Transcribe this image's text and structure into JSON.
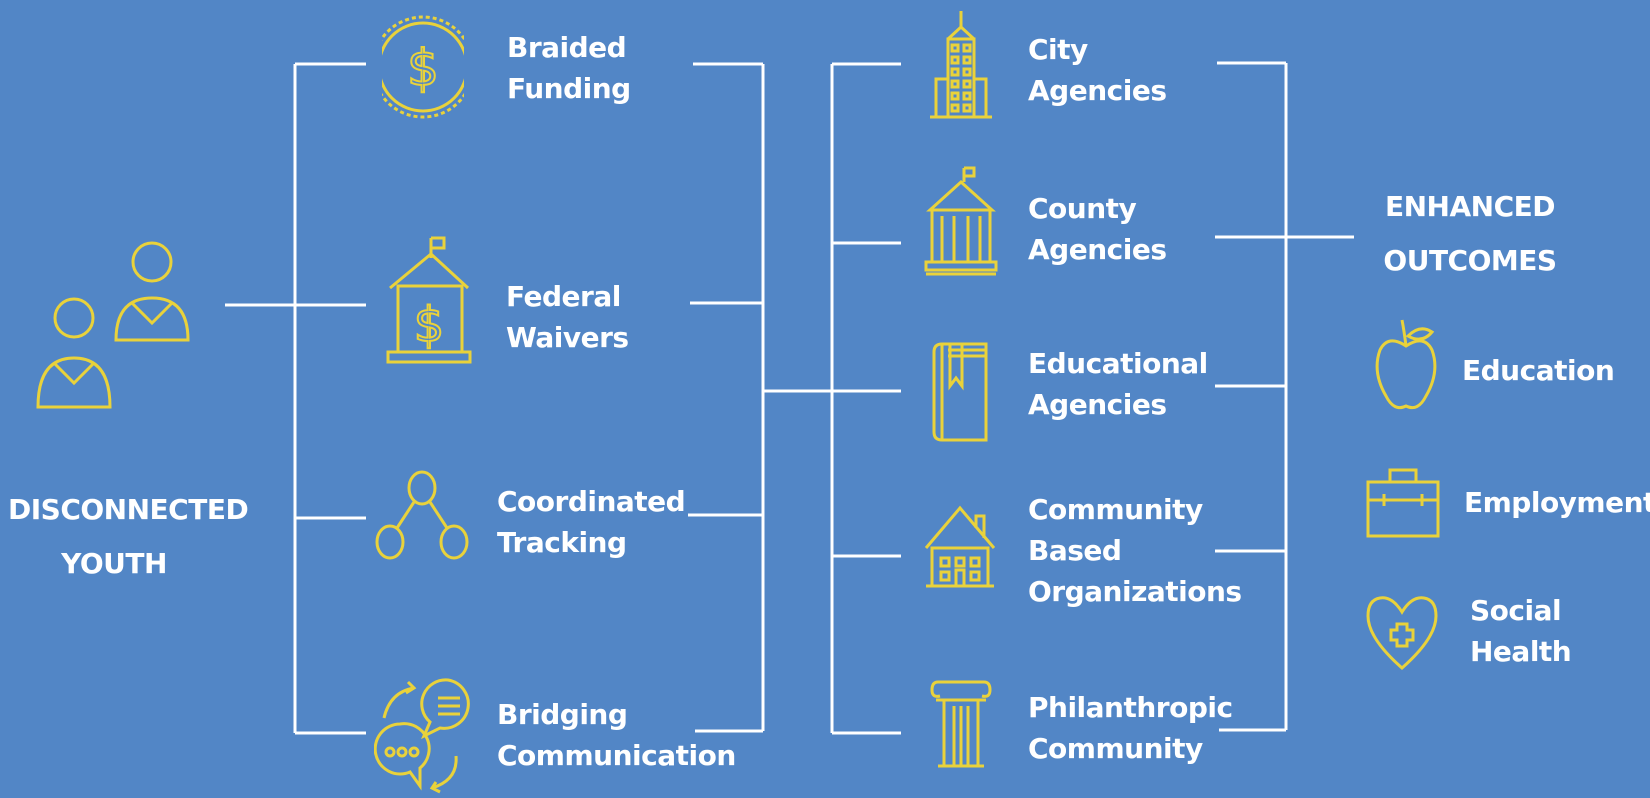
{
  "colors": {
    "background": "#5286c6",
    "line": "#ffffff",
    "icon": "#e9d23b",
    "text": "#ffffff"
  },
  "source": {
    "title": [
      "DISCONNECTED",
      "YOUTH"
    ],
    "icon": "two-people-icon"
  },
  "strategies": [
    {
      "lines": [
        "Braided",
        "Funding"
      ],
      "icon": "dollar-coin-icon"
    },
    {
      "lines": [
        "Federal",
        "Waivers"
      ],
      "icon": "government-dollar-icon"
    },
    {
      "lines": [
        "Coordinated",
        "Tracking"
      ],
      "icon": "network-nodes-icon"
    },
    {
      "lines": [
        "Bridging",
        "Communication"
      ],
      "icon": "chat-bubbles-icon"
    }
  ],
  "agencies": [
    {
      "lines": [
        "City",
        "Agencies"
      ],
      "icon": "skyscraper-icon"
    },
    {
      "lines": [
        "County",
        "Agencies"
      ],
      "icon": "courthouse-icon"
    },
    {
      "lines": [
        "Educational",
        "Agencies"
      ],
      "icon": "book-icon"
    },
    {
      "lines": [
        "Community",
        "Based",
        "Organizations"
      ],
      "icon": "house-icon"
    },
    {
      "lines": [
        "Philanthropic",
        "Community"
      ],
      "icon": "column-icon"
    }
  ],
  "outcomes": {
    "title": [
      "ENHANCED",
      "OUTCOMES"
    ],
    "items": [
      {
        "lines": [
          "Education"
        ],
        "icon": "apple-icon"
      },
      {
        "lines": [
          "Employment"
        ],
        "icon": "briefcase-icon"
      },
      {
        "lines": [
          "Social",
          "Health"
        ],
        "icon": "heart-health-icon"
      }
    ]
  }
}
